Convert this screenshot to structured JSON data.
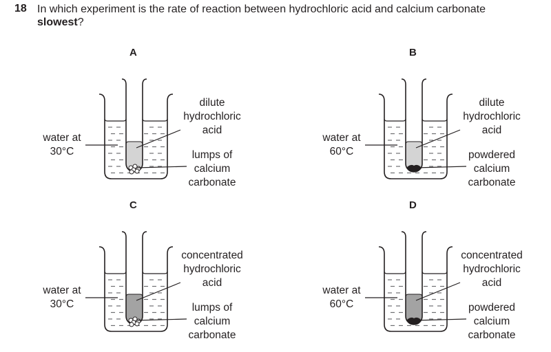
{
  "question": {
    "number": "18",
    "text_before": "In which experiment is the rate of reaction between hydrochloric acid and calcium carbonate",
    "emphasis": "slowest",
    "text_after": "?"
  },
  "experiments": [
    {
      "letter": "A",
      "water_label_1": "water at",
      "water_label_2": "30°C",
      "water_temp": "30",
      "acid_label_1": "dilute",
      "acid_label_2": "hydrochloric",
      "acid_label_3": "acid",
      "acid_type": "dilute",
      "solid_label_1": "lumps of",
      "solid_label_2": "calcium",
      "solid_label_3": "carbonate",
      "solid_type": "lumps",
      "acid_color": "#d4d4d4"
    },
    {
      "letter": "B",
      "water_label_1": "water at",
      "water_label_2": "60°C",
      "water_temp": "60",
      "acid_label_1": "dilute",
      "acid_label_2": "hydrochloric",
      "acid_label_3": "acid",
      "acid_type": "dilute",
      "solid_label_1": "powdered",
      "solid_label_2": "calcium",
      "solid_label_3": "carbonate",
      "solid_type": "powdered",
      "acid_color": "#d4d4d4"
    },
    {
      "letter": "C",
      "water_label_1": "water at",
      "water_label_2": "30°C",
      "water_temp": "30",
      "acid_label_1": "concentrated",
      "acid_label_2": "hydrochloric",
      "acid_label_3": "acid",
      "acid_type": "concentrated",
      "solid_label_1": "lumps of",
      "solid_label_2": "calcium",
      "solid_label_3": "carbonate",
      "solid_type": "lumps",
      "acid_color": "#a3a3a3"
    },
    {
      "letter": "D",
      "water_label_1": "water at",
      "water_label_2": "60°C",
      "water_temp": "60",
      "acid_label_1": "concentrated",
      "acid_label_2": "hydrochloric",
      "acid_label_3": "acid",
      "acid_type": "concentrated",
      "solid_label_1": "powdered",
      "solid_label_2": "calcium",
      "solid_label_3": "carbonate",
      "solid_type": "powdered",
      "acid_color": "#a3a3a3"
    }
  ]
}
